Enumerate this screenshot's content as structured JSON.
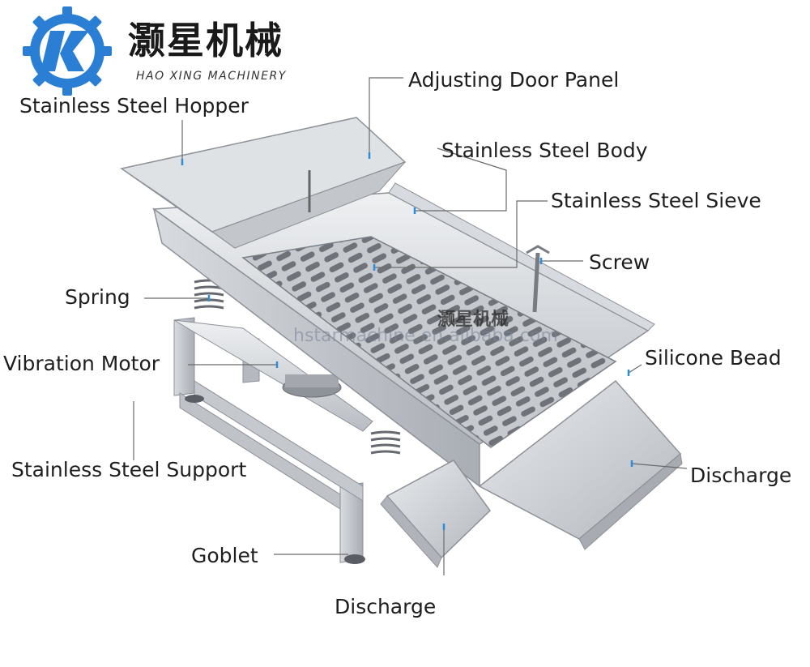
{
  "brand": {
    "name_cn": "灏星机械",
    "name_en": "HAO XING MACHINERY",
    "logo_color": "#2a7fd4"
  },
  "watermark": {
    "text": "hstarmachine.en.alibaba.com",
    "name_cn": "灏星机械"
  },
  "callouts": {
    "hopper": "Stainless Steel Hopper",
    "door_panel": "Adjusting Door Panel",
    "body": "Stainless Steel Body",
    "sieve": "Stainless Steel Sieve",
    "screw": "Screw",
    "spring": "Spring",
    "motor": "Vibration Motor",
    "silicone": "Silicone Bead",
    "support": "Stainless Steel Support",
    "discharge_right": "Discharge",
    "goblet": "Goblet",
    "discharge_bottom": "Discharge"
  },
  "colors": {
    "steel_light": "#e4e6e9",
    "steel_mid": "#c9ccd1",
    "steel_dark": "#9a9ea5",
    "leader_line": "#6b6b6b",
    "marker": "#2a8fd8"
  }
}
